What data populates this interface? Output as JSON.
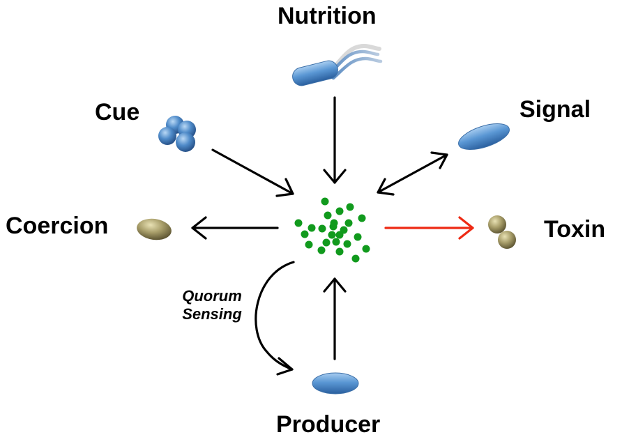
{
  "diagram": {
    "center": {
      "description_dot_color": "#119a1d",
      "dot_color": "#119a1d"
    },
    "nodes": {
      "nutrition": {
        "label": "Nutrition",
        "icon": "rod-bacterium-with-flagellum-icon"
      },
      "cue": {
        "label": "Cue",
        "icon": "cocci-cluster-icon"
      },
      "signal": {
        "label": "Signal",
        "icon": "oval-cell-icon"
      },
      "coercion": {
        "label": "Coercion",
        "icon": "tan-cell-icon"
      },
      "toxin": {
        "label": "Toxin",
        "icon": "diplococcus-icon"
      },
      "producer": {
        "label": "Producer",
        "icon": "oval-cell-icon"
      }
    },
    "quorum_sensing": {
      "line1": "Quorum",
      "line2": "Sensing"
    },
    "colors": {
      "arrow": "#000000",
      "toxin_arrow": "#ee2a14",
      "blue_cell": "#4a86c8",
      "tan_cell": "#a49a66"
    }
  }
}
